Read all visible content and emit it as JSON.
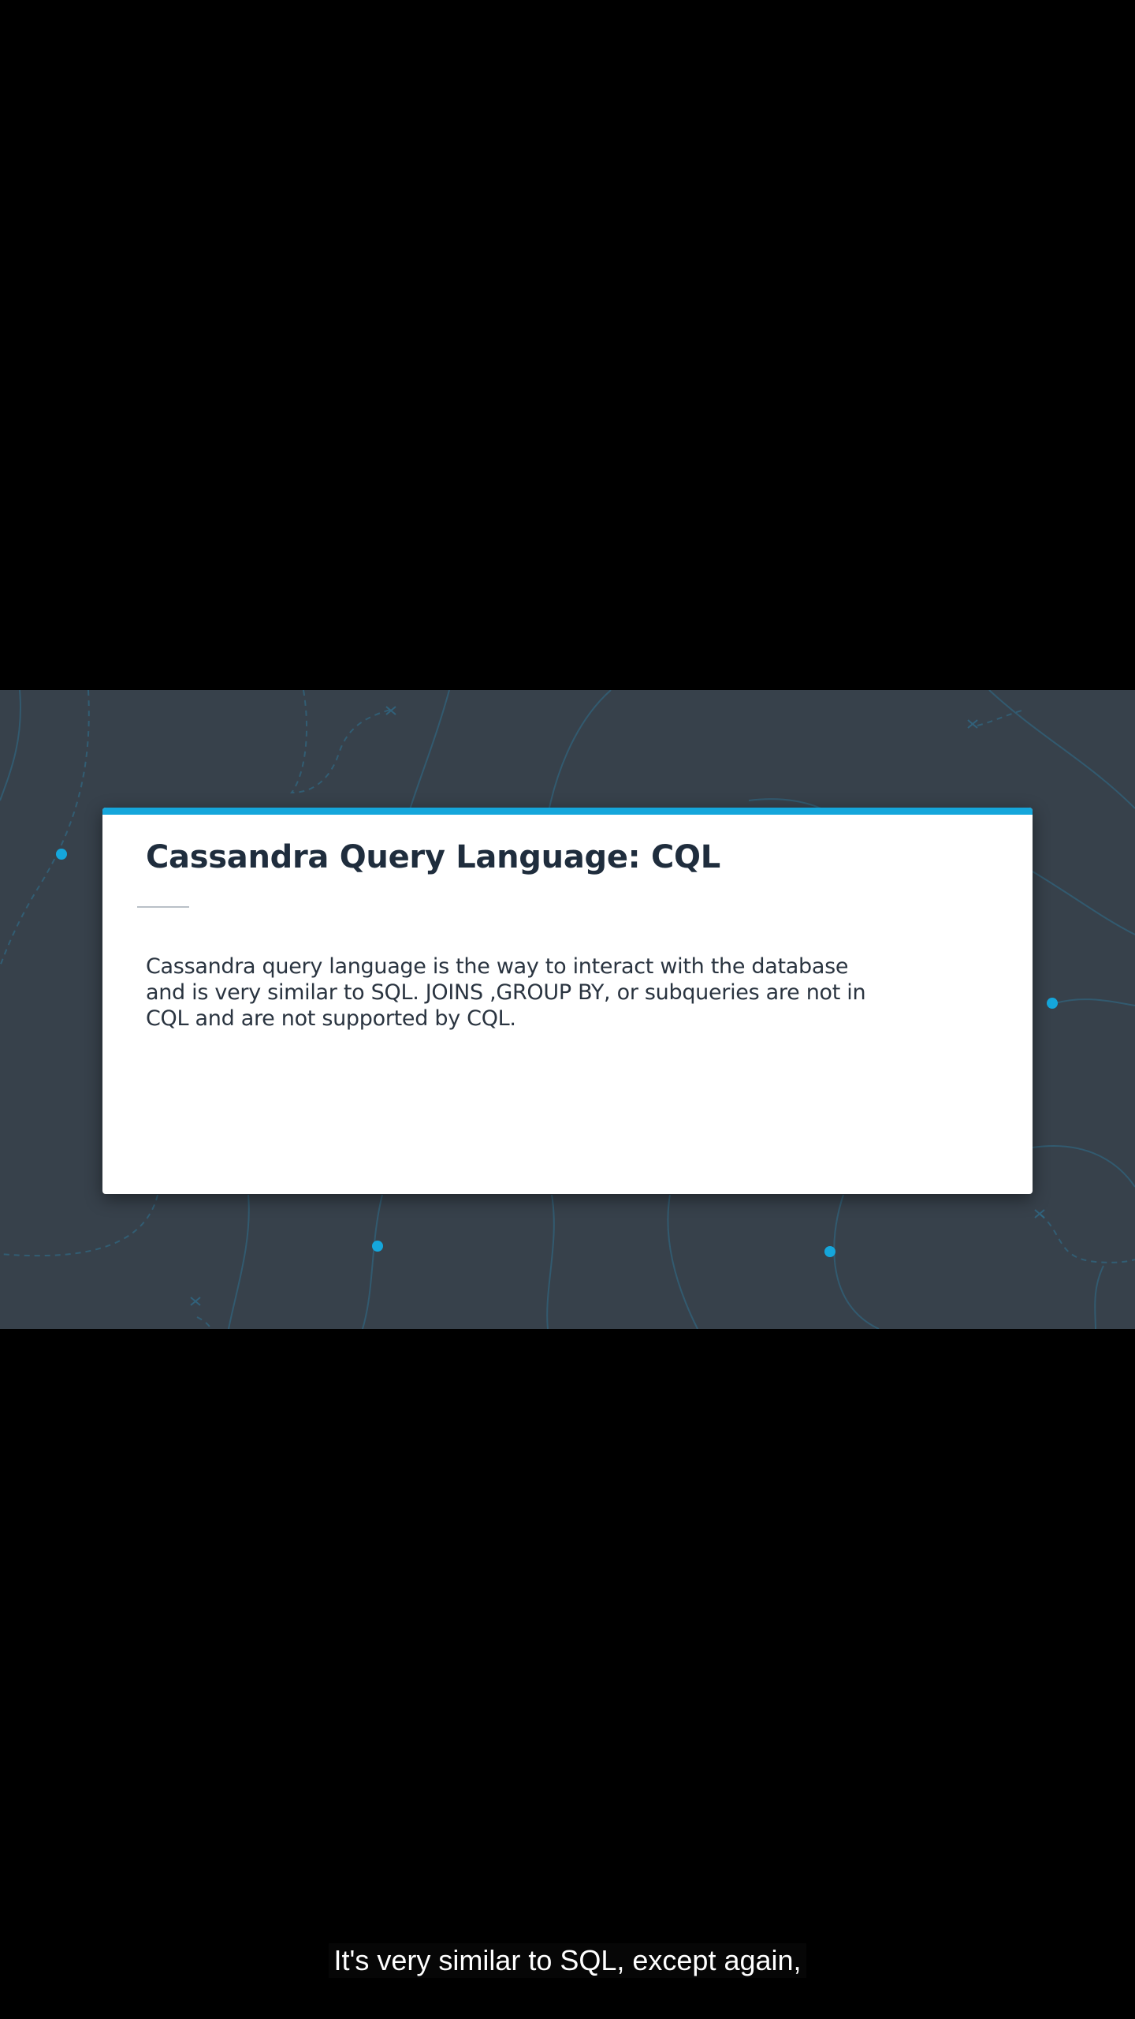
{
  "slide": {
    "title": "Cassandra Query Language: CQL",
    "body": "Cassandra query language is the way to interact with the database and is very similar to SQL. JOINS ,GROUP BY, or subqueries are not in CQL and are not supported by CQL."
  },
  "caption": {
    "text": "It's very similar to SQL, except again,"
  },
  "colors": {
    "page_background": "#000000",
    "slide_background": "#37414b",
    "accent": "#15a6db",
    "card": "#ffffff",
    "title_text": "#1f2d3d"
  }
}
